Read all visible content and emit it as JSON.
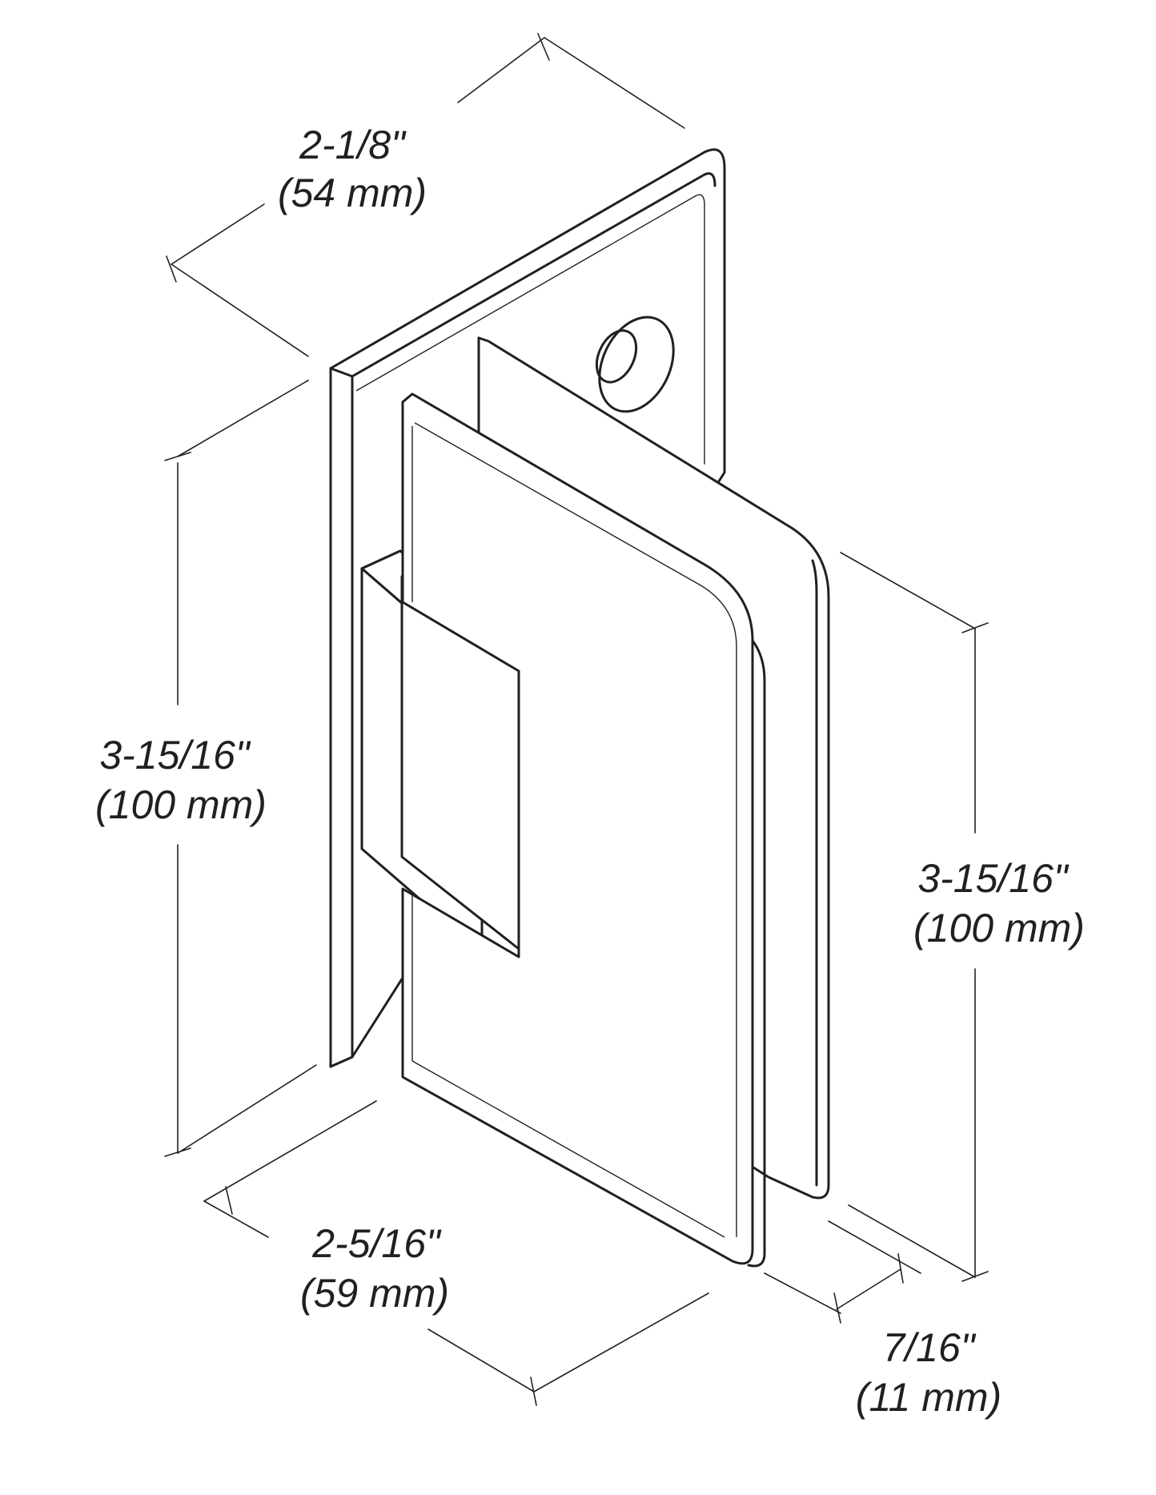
{
  "dimensions": {
    "top_width": {
      "imperial": "2-1/8\"",
      "metric": "(54 mm)"
    },
    "left_height": {
      "imperial": "3-15/16\"",
      "metric": "(100 mm)"
    },
    "right_height": {
      "imperial": "3-15/16\"",
      "metric": "(100 mm)"
    },
    "bottom_width": {
      "imperial": "2-5/16\"",
      "metric": "(59 mm)"
    },
    "thickness": {
      "imperial": "7/16\"",
      "metric": "(11 mm)"
    }
  },
  "colors": {
    "line": "#231f20",
    "background": "#ffffff"
  }
}
